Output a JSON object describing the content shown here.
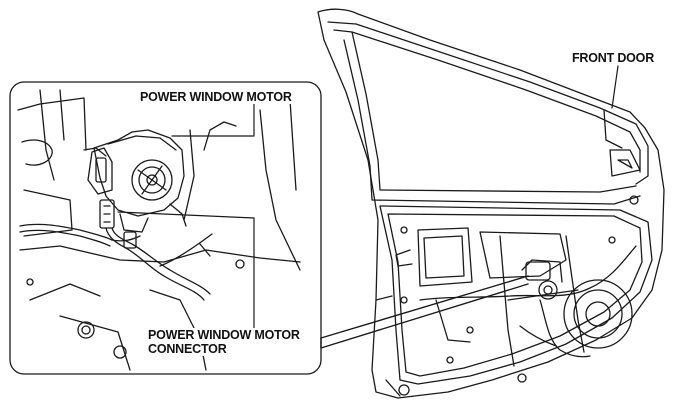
{
  "labels": {
    "power_window_motor": "POWER WINDOW MOTOR",
    "power_window_motor_connector_line1": "POWER WINDOW MOTOR",
    "power_window_motor_connector_line2": "CONNECTOR",
    "front_door": "FRONT DOOR"
  },
  "colors": {
    "line": "#1a1a1a",
    "background": "#ffffff"
  }
}
